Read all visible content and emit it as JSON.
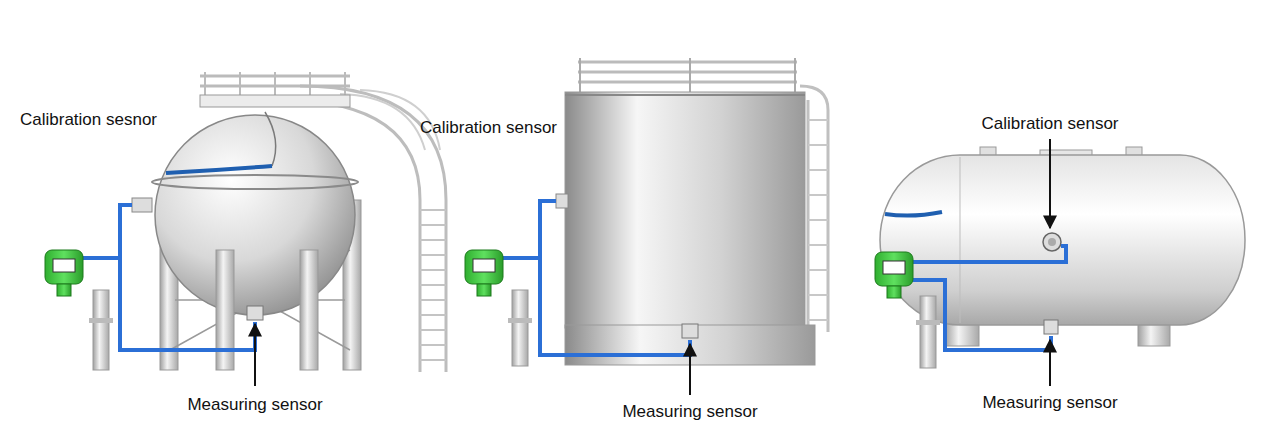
{
  "diagram": {
    "labels": [
      "Calibration sesnor",
      "Measuring sensor",
      "Calibration sensor",
      "Measuring sensor",
      "Calibration sensor",
      "Measuring sensor"
    ]
  }
}
